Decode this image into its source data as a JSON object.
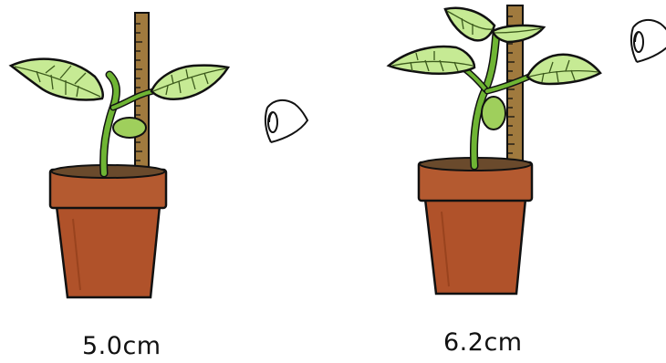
{
  "figure": {
    "plants": [
      {
        "height_label": "5.0cm",
        "icon": "potted-plant-with-ruler"
      },
      {
        "height_label": "6.2cm",
        "icon": "potted-plant-with-ruler"
      }
    ],
    "observer_icon": "eye-icon",
    "colors": {
      "pot": "#b0522a",
      "pot_rim": "#b45a30",
      "soil": "#6a4a2c",
      "leaf": "#c6ea94",
      "leaf_vein": "#3c5a1c",
      "stem": "#6fb534",
      "ruler": "#a07a3e",
      "outline": "#111111"
    }
  }
}
